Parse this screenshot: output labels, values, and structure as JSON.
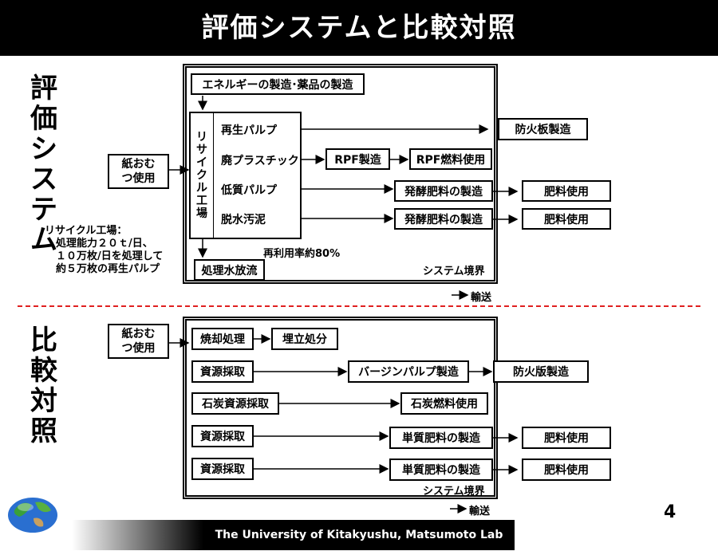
{
  "title": "評価システムと比較対照",
  "eval_section": {
    "side_label": [
      "評",
      "価",
      "シ",
      "ス",
      "テ",
      "ム"
    ],
    "diaper_use": "紙おむ\nつ使用",
    "energy_box": "エネルギーの製造･薬品の製造",
    "recycle_plant": [
      "リ",
      "サ",
      "イ",
      "ク",
      "ル",
      "工",
      "場"
    ],
    "rows": [
      {
        "label": "再生パルプ"
      },
      {
        "label": "廃プラスチック"
      },
      {
        "label": "低質パルプ"
      },
      {
        "label": "脱水汚泥"
      }
    ],
    "fireproof_board": "防火板製造",
    "rpf_make": "RPF製造",
    "rpf_use": "RPF燃料使用",
    "compost_make_1": "発酵肥料の製造",
    "compost_make_2": "発酵肥料の製造",
    "fert_use_1": "肥料使用",
    "fert_use_2": "肥料使用",
    "reuse_rate": "再利用率約80%",
    "water_discharge": "処理水放流",
    "boundary": "システム境界",
    "transport": "輸送",
    "plant_note": [
      "リサイクル工場：",
      "処理能力２０ｔ/日、",
      "１０万枚/日を処理して",
      "約５万枚の再生パルプ"
    ]
  },
  "compare_section": {
    "side_label": [
      "比",
      "較",
      "対",
      "照"
    ],
    "diaper_use": "紙おむ\nつ使用",
    "incineration": "焼却処理",
    "landfill": "埋立処分",
    "resource_1": "資源採取",
    "virgin_pulp": "バージンパルプ製造",
    "fireproof_board": "防火版製造",
    "coal_resource": "石炭資源採取",
    "coal_use": "石炭燃料使用",
    "resource_2": "資源採取",
    "fert_make_1": "単質肥料の製造",
    "fert_use_1": "肥料使用",
    "resource_3": "資源採取",
    "fert_make_2": "単質肥料の製造",
    "fert_use_2": "肥料使用",
    "boundary": "システム境界",
    "transport": "輸送"
  },
  "footer": "The University of Kitakyushu, Matsumoto Lab",
  "page_number": "4",
  "colors": {
    "divider": "#e02020",
    "title_bg": "#000000"
  },
  "logo_icon": "globe-icon"
}
